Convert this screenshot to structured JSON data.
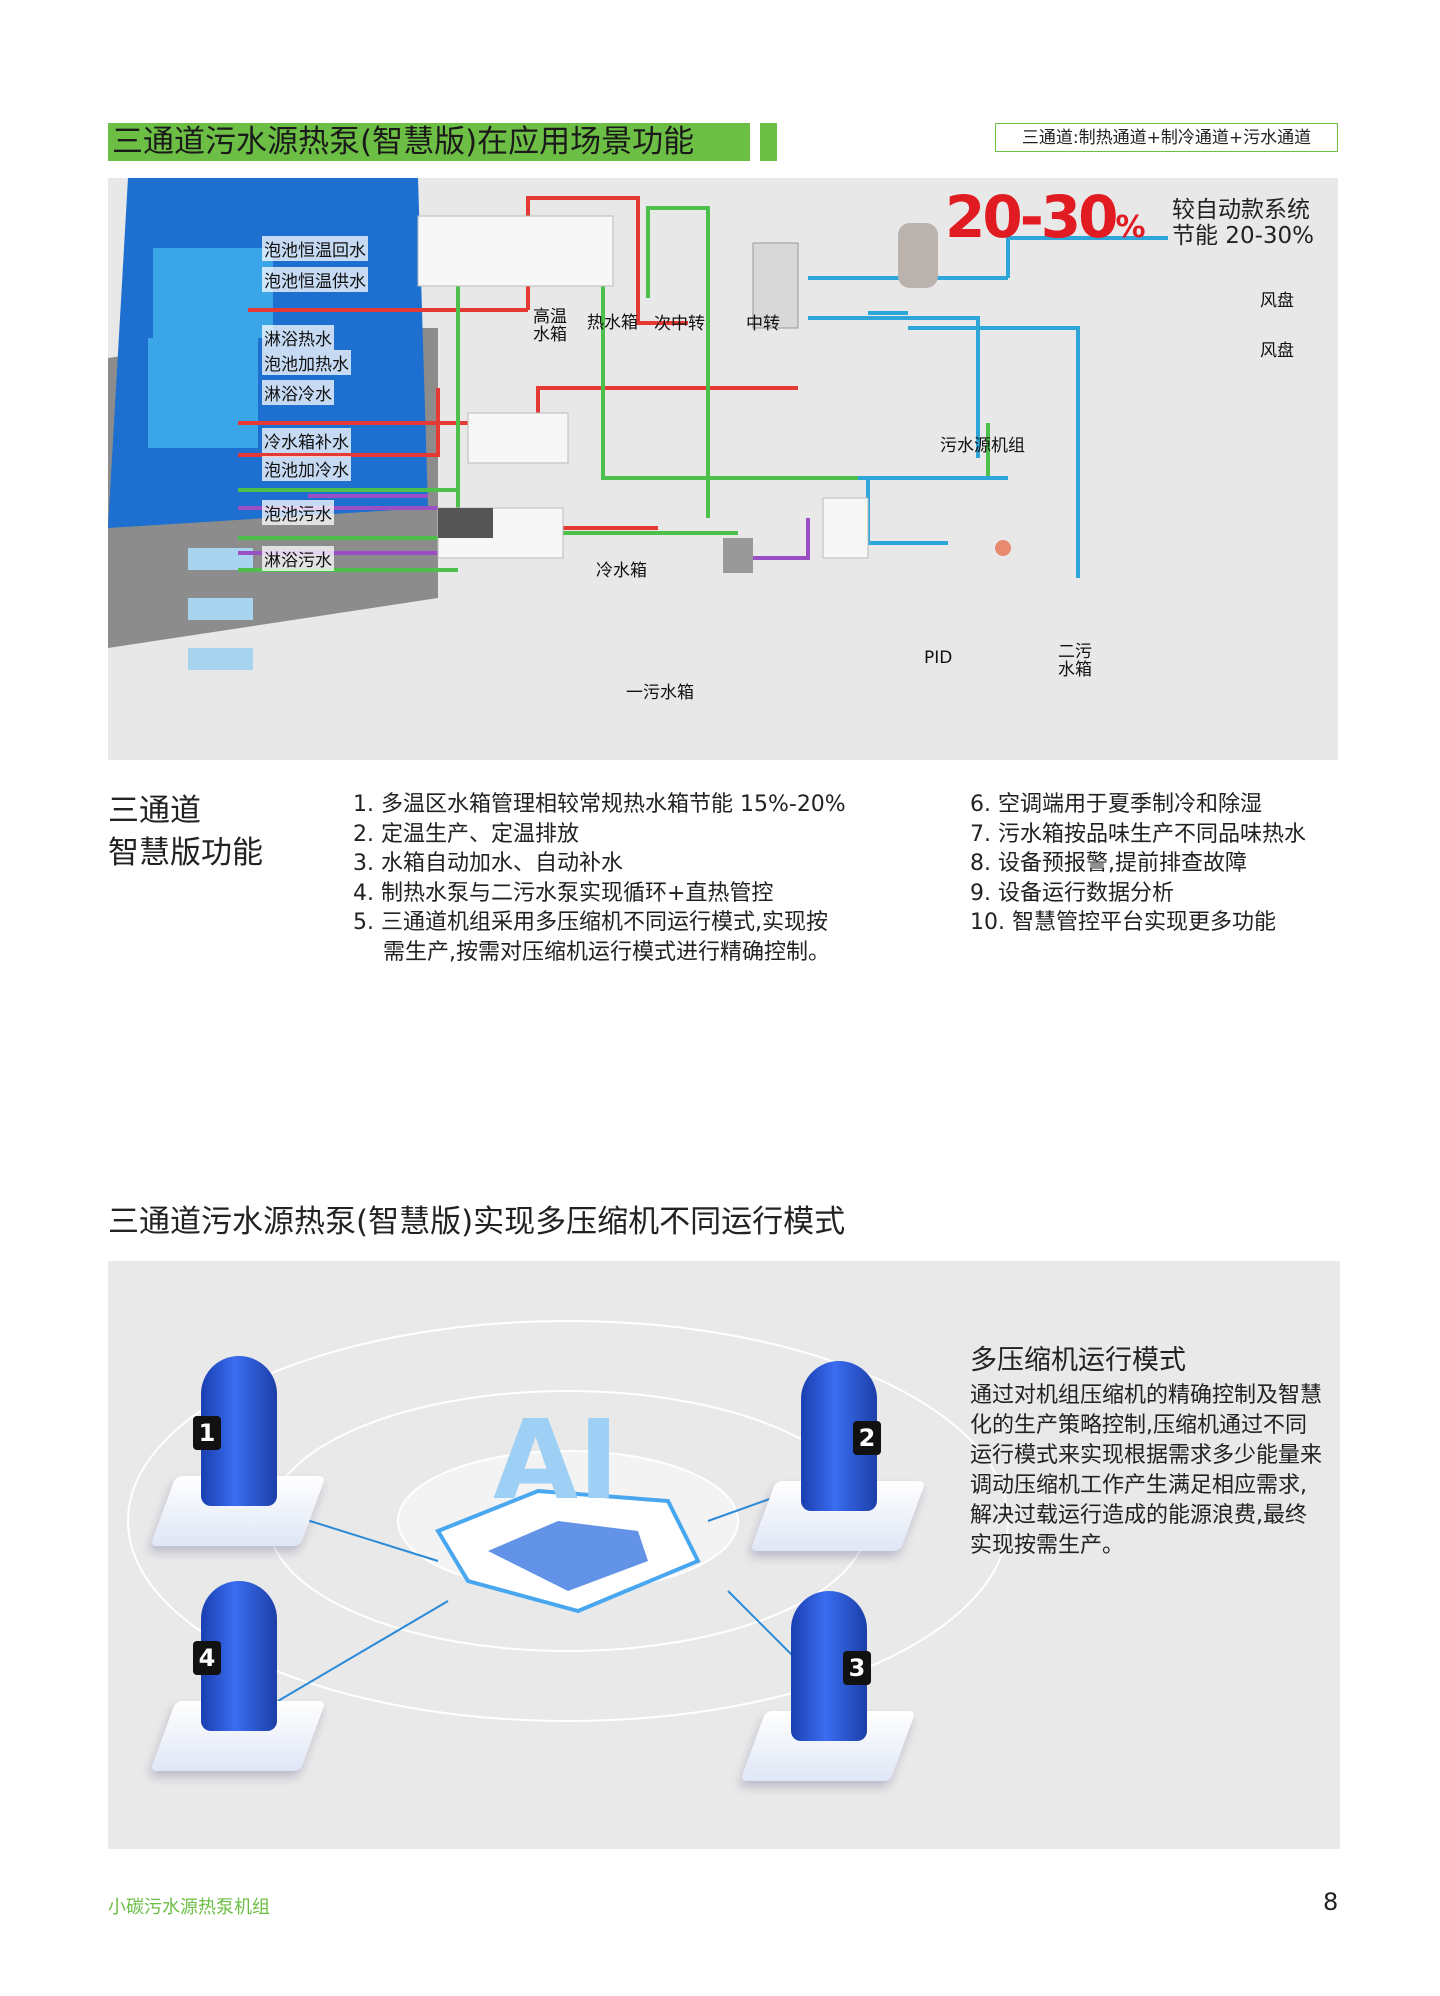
{
  "section1": {
    "title": "三通道污水源热泵(智慧版)在应用场景功能",
    "channels": "三通道:制热通道+制冷通道+污水通道",
    "saving_big": "20-30",
    "saving_pct": "%",
    "saving_note1": "较自动款系统",
    "saving_note2": "节能 20-30%",
    "labels": [
      "泡池恒温回水",
      "泡池恒温供水",
      "淋浴热水",
      "泡池加热水",
      "淋浴冷水",
      "冷水箱补水",
      "泡池加冷水",
      "泡池污水",
      "淋浴污水"
    ],
    "tanks": {
      "high": "高温水箱",
      "hot": "热水箱",
      "sub": "次中转",
      "mid": "中转",
      "cold": "冷水箱",
      "sewage1": "一污水箱",
      "unit": "污水源机组",
      "pid": "PID",
      "sewage2": "二污水箱",
      "fan1": "风盘",
      "fan2": "风盘"
    }
  },
  "features": {
    "heading1": "三通道",
    "heading2": "智慧版功能",
    "col1": [
      "1. 多温区水箱管理相较常规热水箱节能 15%-20%",
      "2. 定温生产、定温排放",
      "3. 水箱自动加水、自动补水",
      "4. 制热水泵与二污水泵实现循环+直热管控",
      "5. 三通道机组采用多压缩机不同运行模式,实现按",
      "   需生产,按需对压缩机运行模式进行精确控制。"
    ],
    "col2": [
      "6. 空调端用于夏季制冷和除湿",
      "7. 污水箱按品味生产不同品味热水",
      "8. 设备预报警,提前排查故障",
      "9. 设备运行数据分析",
      "10. 智慧管控平台实现更多功能"
    ]
  },
  "section2": {
    "title": "三通道污水源热泵(智慧版)实现多压缩机不同运行模式",
    "mode_heading": "多压缩机运行模式",
    "mode_text": "通过对机组压缩机的精确控制及智慧化的生产策略控制,压缩机通过不同运行模式来实现根据需求多少能量来调动压缩机工作产生满足相应需求,解决过载运行造成的能源浪费,最终实现按需生产。",
    "ai_label": "AI",
    "compressors": [
      "1",
      "2",
      "3",
      "4"
    ]
  },
  "footer": {
    "brand": "小碳污水源热泵机组",
    "page": "8"
  },
  "colors": {
    "green": "#6cbf44",
    "red": "#e01b22",
    "hot_pipe": "#e53935",
    "cold_pipe": "#2fa6d9",
    "green_pipe": "#4cc04a",
    "sewage_pipe": "#9b4fc4"
  }
}
